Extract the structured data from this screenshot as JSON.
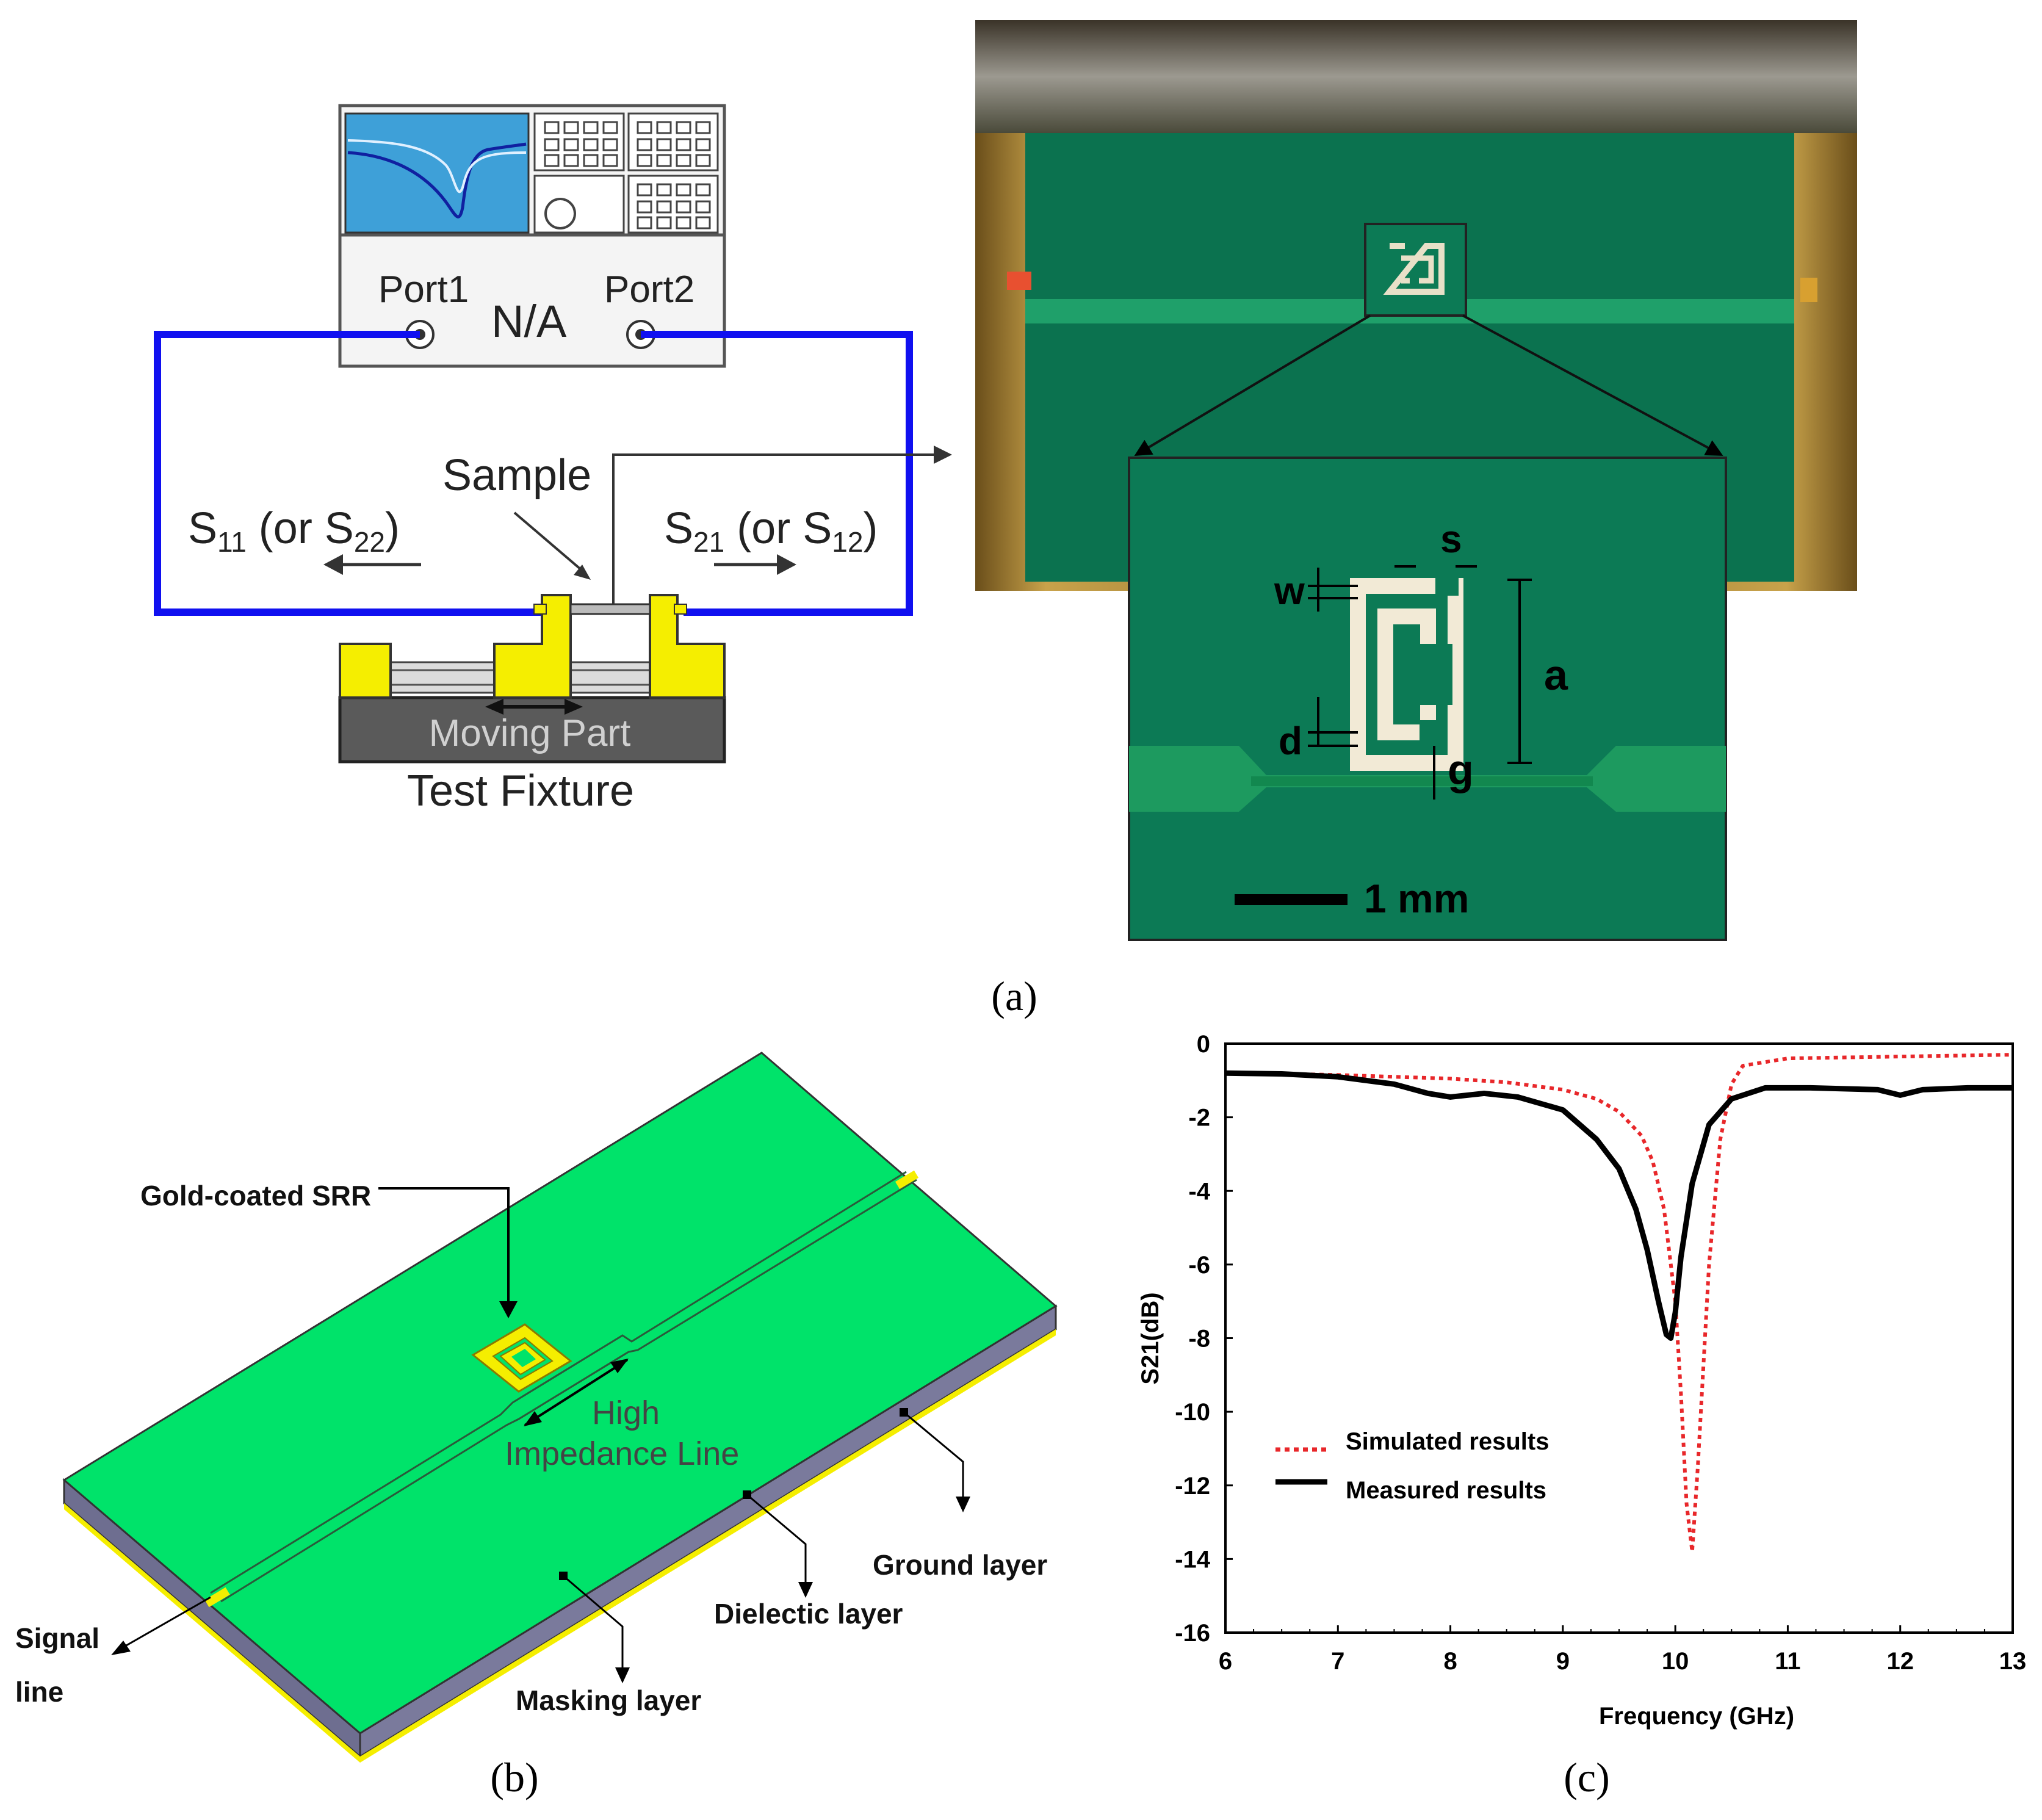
{
  "panel_a": {
    "caption": "(a)",
    "analyzer": {
      "port1": "Port1",
      "port2": "Port2",
      "label": "N/A"
    },
    "sample_label": "Sample",
    "s11_main": "S",
    "s11_sub": "11",
    "s11_mid": " (or S",
    "s11_sub2": "22",
    "s11_end": ")",
    "s21_main": "S",
    "s21_sub": "21",
    "s21_mid": " (or S",
    "s21_sub2": "12",
    "s21_end": ")",
    "moving_part": "Moving Part",
    "test_fixture": "Test Fixture",
    "dims": {
      "s": "s",
      "w": "w",
      "a": "a",
      "d": "d",
      "g": "g"
    },
    "scale_bar": "1 mm"
  },
  "panel_b": {
    "caption": "(b)",
    "gold_srr": "Gold-coated SRR",
    "high_line1": "High",
    "high_line2": "Impedance Line",
    "ground": "Ground layer",
    "dielectric": "Dielectic layer",
    "masking": "Masking layer",
    "signal1": "Signal",
    "signal2": "line"
  },
  "panel_c": {
    "caption": "(c)"
  },
  "chart_data": {
    "type": "line",
    "xlabel": "Frequency (GHz)",
    "ylabel": "S21(dB)",
    "xlim": [
      6,
      13
    ],
    "ylim": [
      -16,
      0
    ],
    "xticks": [
      6,
      7,
      8,
      9,
      10,
      11,
      12,
      13
    ],
    "yticks": [
      0,
      -2,
      -4,
      -6,
      -8,
      -10,
      -12,
      -14,
      -16
    ],
    "legend_position": "lower-left",
    "series": [
      {
        "name": "Simulated results",
        "color": "#e8272a",
        "style": "dotted",
        "x": [
          6,
          6.5,
          7,
          7.5,
          8,
          8.5,
          9,
          9.3,
          9.5,
          9.7,
          9.8,
          9.9,
          10.0,
          10.05,
          10.1,
          10.15,
          10.2,
          10.3,
          10.4,
          10.5,
          10.6,
          11,
          12,
          13
        ],
        "y": [
          -0.8,
          -0.82,
          -0.85,
          -0.9,
          -0.95,
          -1.05,
          -1.25,
          -1.5,
          -1.85,
          -2.5,
          -3.2,
          -4.5,
          -7.0,
          -9.5,
          -12.5,
          -13.8,
          -11.5,
          -6.0,
          -2.6,
          -1.1,
          -0.6,
          -0.4,
          -0.35,
          -0.3
        ]
      },
      {
        "name": "Measured results",
        "color": "#000000",
        "style": "solid",
        "x": [
          6,
          6.5,
          7,
          7.5,
          7.8,
          8.0,
          8.3,
          8.6,
          9.0,
          9.3,
          9.5,
          9.65,
          9.75,
          9.85,
          9.92,
          9.96,
          10.0,
          10.05,
          10.15,
          10.3,
          10.5,
          10.8,
          11.2,
          11.8,
          12.0,
          12.2,
          12.6,
          13
        ],
        "y": [
          -0.8,
          -0.82,
          -0.9,
          -1.1,
          -1.35,
          -1.45,
          -1.35,
          -1.45,
          -1.8,
          -2.6,
          -3.4,
          -4.5,
          -5.6,
          -7.0,
          -7.9,
          -8.0,
          -7.3,
          -5.8,
          -3.8,
          -2.2,
          -1.5,
          -1.2,
          -1.2,
          -1.25,
          -1.4,
          -1.25,
          -1.2,
          -1.2
        ]
      }
    ]
  },
  "colors": {
    "cable_blue": "#1010f0",
    "fixture_yellow": "#f5ee00",
    "board_green": "#0a6a4a",
    "model_green": "#00e36a",
    "model_side": "#6e6e90"
  }
}
